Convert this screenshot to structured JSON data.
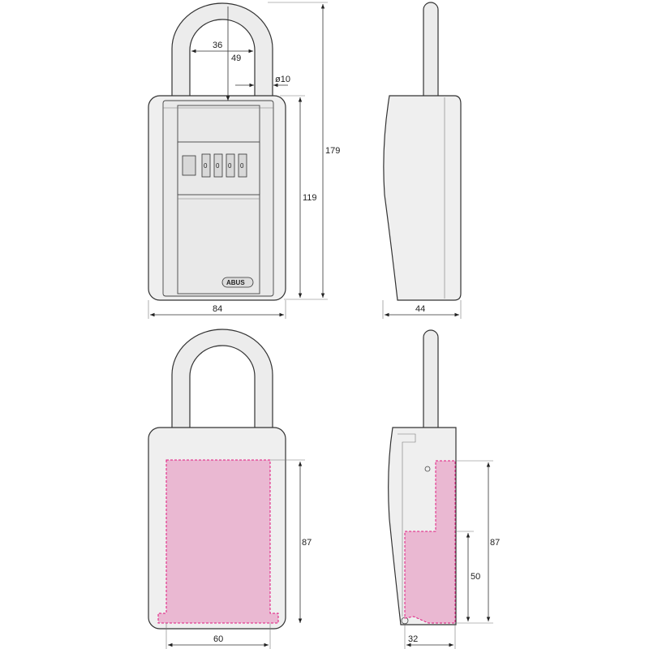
{
  "title": "Key box dimensional drawing",
  "brand": "ABUS",
  "colors": {
    "compartment_fill": "#eab8d2",
    "compartment_outline": "#e0177e"
  },
  "dimensions_mm": {
    "shackle_inner_width": "36",
    "shackle_clearance": "49",
    "shackle_diameter": "ø10",
    "total_height": "179",
    "body_height": "119",
    "body_width": "84",
    "body_depth": "44",
    "compartment_height_front": "87",
    "compartment_width": "60",
    "compartment_height_side": "87",
    "compartment_lower_height": "50",
    "compartment_depth": "32"
  },
  "dial_digits": [
    "0",
    "0",
    "0",
    "0"
  ]
}
